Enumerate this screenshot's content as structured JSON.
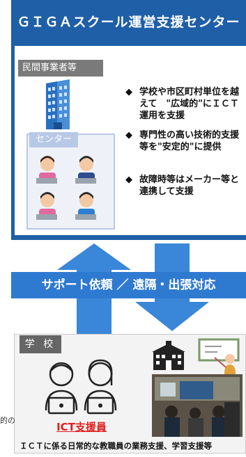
{
  "center": {
    "title": "ＧＩＧＡスクール運営支援センター",
    "private_label": "民間事業者等",
    "panel_label": "センター",
    "bullets": [
      {
        "mark": "◆",
        "text": "学校や市区町村単位を越えて　\"広域的\"にＩＣＴ運用を支援"
      },
      {
        "mark": "◆",
        "text": "専門性の高い技術的支援等を\"安定的\"に提供"
      },
      {
        "mark": "◆",
        "text": "故障時等はメーカー等と連携して支援"
      }
    ]
  },
  "flow": {
    "label": "サポート依頼 ／ 遠隔・出張対応"
  },
  "school": {
    "label": "学 校",
    "ict_staff": "ICT支援員",
    "description": "ＩＣＴに係る日常的な教職員の業務支援、学習支援等",
    "left_fragment": "的の"
  },
  "colors": {
    "top_blue": "#1f5fa8",
    "arrow_blue": "#2f7ad1",
    "accent_red": "#e21b1b"
  }
}
